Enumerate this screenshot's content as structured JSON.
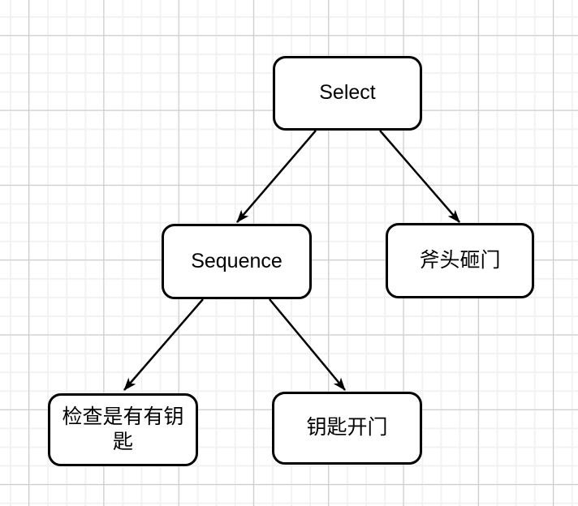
{
  "canvas": {
    "background_color": "#ffffff",
    "grid_minor_color": "#f2f2f2",
    "grid_major_color": "#c9c9c9"
  },
  "diagram": {
    "type": "behavior-tree",
    "node_fill": "#ffffff",
    "node_border_color": "#000000",
    "edge_color": "#000000",
    "nodes": [
      {
        "id": "select",
        "label": "Select"
      },
      {
        "id": "sequence",
        "label": "Sequence"
      },
      {
        "id": "axe-smash-door",
        "label": "斧头砸门"
      },
      {
        "id": "check-has-key",
        "label": "检查是有有钥匙"
      },
      {
        "id": "key-open-door",
        "label": "钥匙开门"
      }
    ],
    "edges": [
      {
        "from": "select",
        "to": "sequence"
      },
      {
        "from": "select",
        "to": "axe-smash-door"
      },
      {
        "from": "sequence",
        "to": "check-has-key"
      },
      {
        "from": "sequence",
        "to": "key-open-door"
      }
    ]
  }
}
